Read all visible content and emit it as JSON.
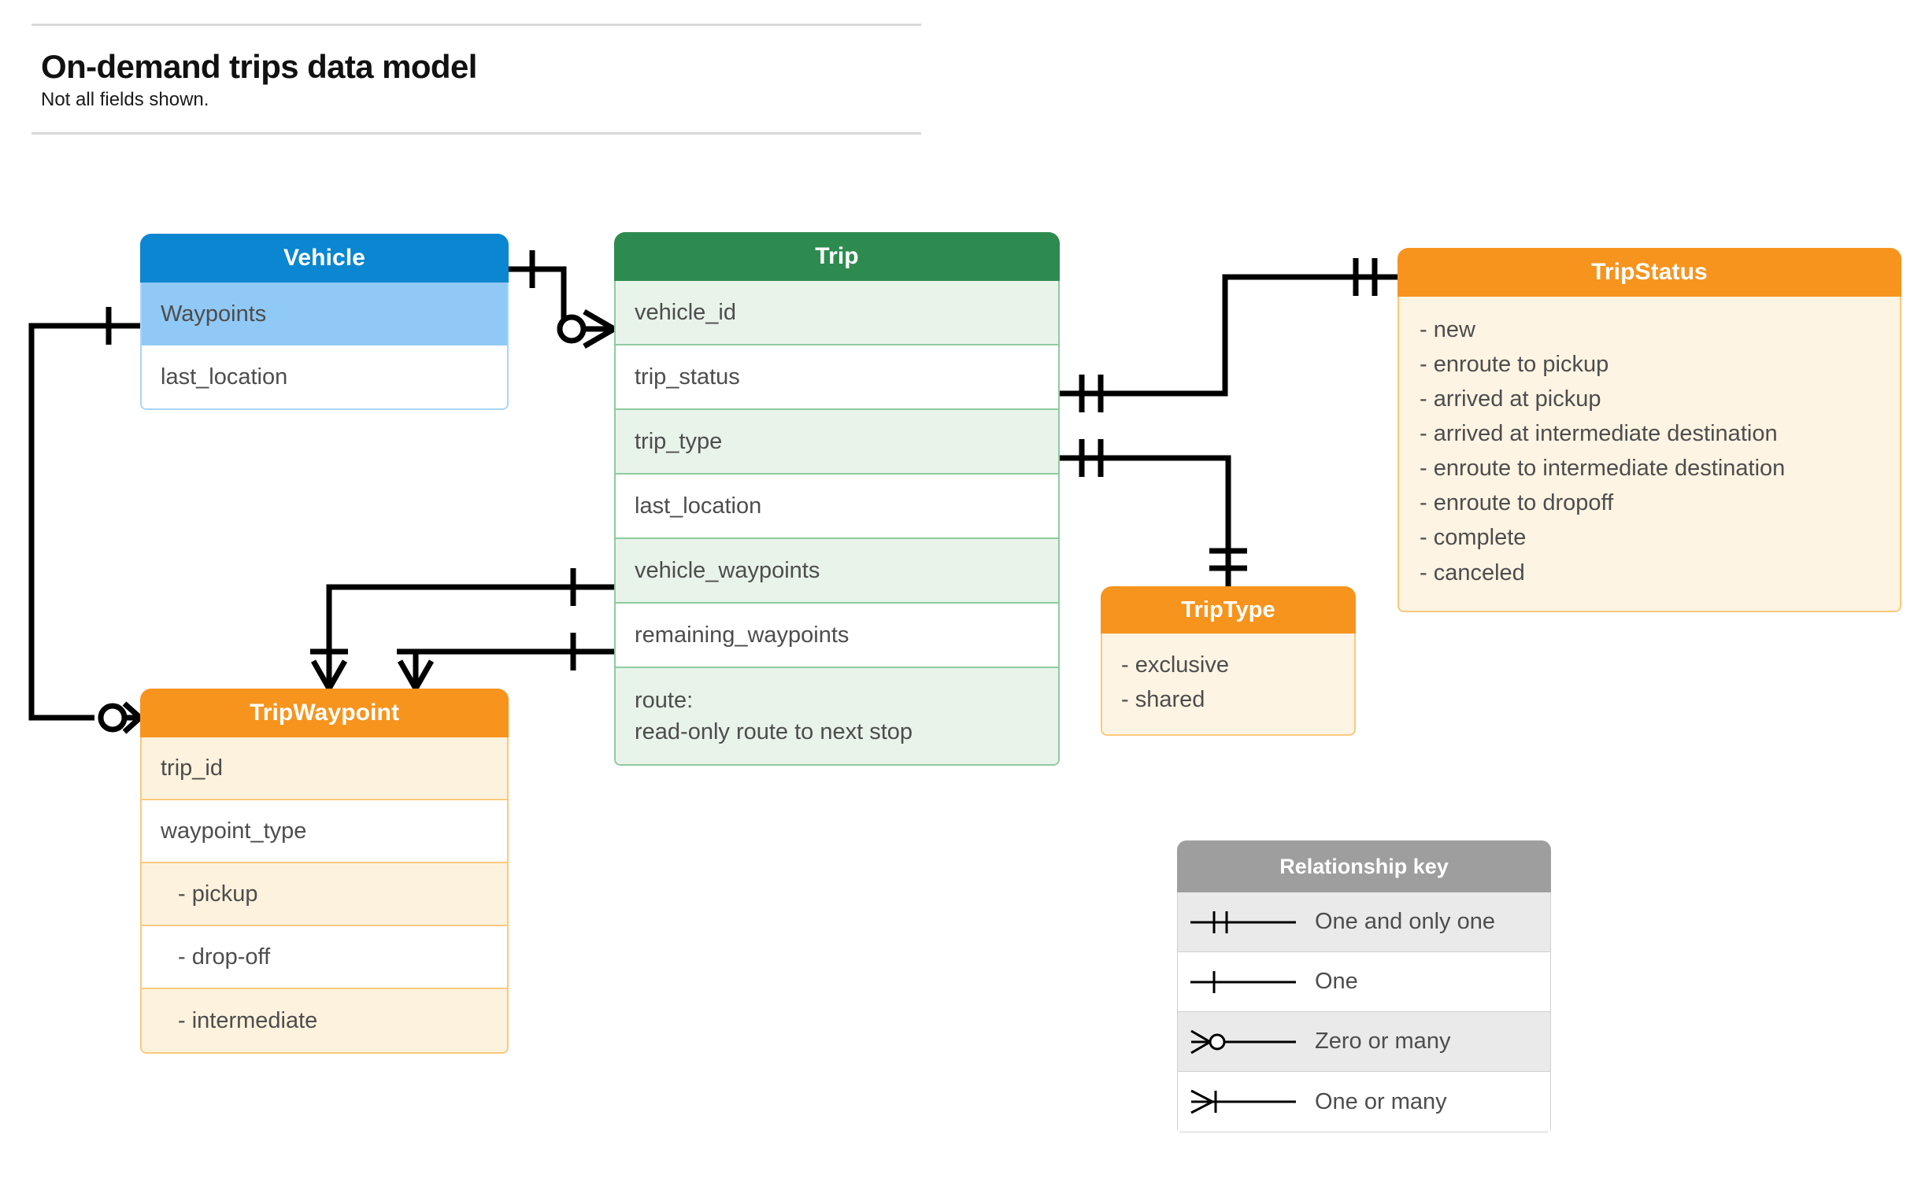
{
  "header": {
    "title": "On-demand trips data model",
    "subtitle": "Not all fields shown."
  },
  "entities": {
    "vehicle": {
      "name": "Vehicle",
      "header_color": "#0b86d0",
      "rows": [
        "Waypoints",
        "last_location"
      ]
    },
    "trip": {
      "name": "Trip",
      "header_color": "#2e8b4f",
      "rows": [
        "vehicle_id",
        "trip_status",
        "trip_type",
        "last_location",
        "vehicle_waypoints",
        "remaining_waypoints"
      ],
      "route_label": "route:",
      "route_desc": "read-only route to next stop"
    },
    "tripwaypoint": {
      "name": "TripWaypoint",
      "header_color": "#f7941e",
      "rows": [
        "trip_id",
        "waypoint_type"
      ],
      "waypoint_types": [
        "-  pickup",
        "-  drop-off",
        "-  intermediate"
      ]
    },
    "triptype": {
      "name": "TripType",
      "header_color": "#f7941e",
      "values": [
        "- exclusive",
        "- shared"
      ]
    },
    "tripstatus": {
      "name": "TripStatus",
      "header_color": "#f7941e",
      "values": [
        "- new",
        "- enroute to pickup",
        "- arrived at pickup",
        "- arrived at intermediate destination",
        "- enroute to intermediate destination",
        "- enroute to dropoff",
        "- complete",
        "- canceled"
      ]
    }
  },
  "legend": {
    "title": "Relationship key",
    "rows": [
      {
        "symbol": "one-and-only-one-icon",
        "label": "One and only one"
      },
      {
        "symbol": "one-icon",
        "label": "One"
      },
      {
        "symbol": "zero-or-many-icon",
        "label": "Zero or many"
      },
      {
        "symbol": "one-or-many-icon",
        "label": "One or many"
      }
    ]
  },
  "relationships": [
    {
      "from": "Vehicle",
      "to": "Trip.vehicle_id",
      "from_card": "one",
      "to_card": "zero-or-many"
    },
    {
      "from": "Vehicle.Waypoints",
      "to": "TripWaypoint",
      "from_card": "one",
      "to_card": "zero-or-many"
    },
    {
      "from": "Trip.trip_status",
      "to": "TripStatus",
      "from_card": "one-and-only-one",
      "to_card": "one-and-only-one"
    },
    {
      "from": "Trip.trip_type",
      "to": "TripType",
      "from_card": "one-and-only-one",
      "to_card": "one-and-only-one"
    },
    {
      "from": "Trip.vehicle_waypoints",
      "to": "TripWaypoint",
      "from_card": "one",
      "to_card": "one-or-many"
    },
    {
      "from": "Trip.remaining_waypoints",
      "to": "TripWaypoint",
      "from_card": "one",
      "to_card": "one-or-many"
    }
  ]
}
